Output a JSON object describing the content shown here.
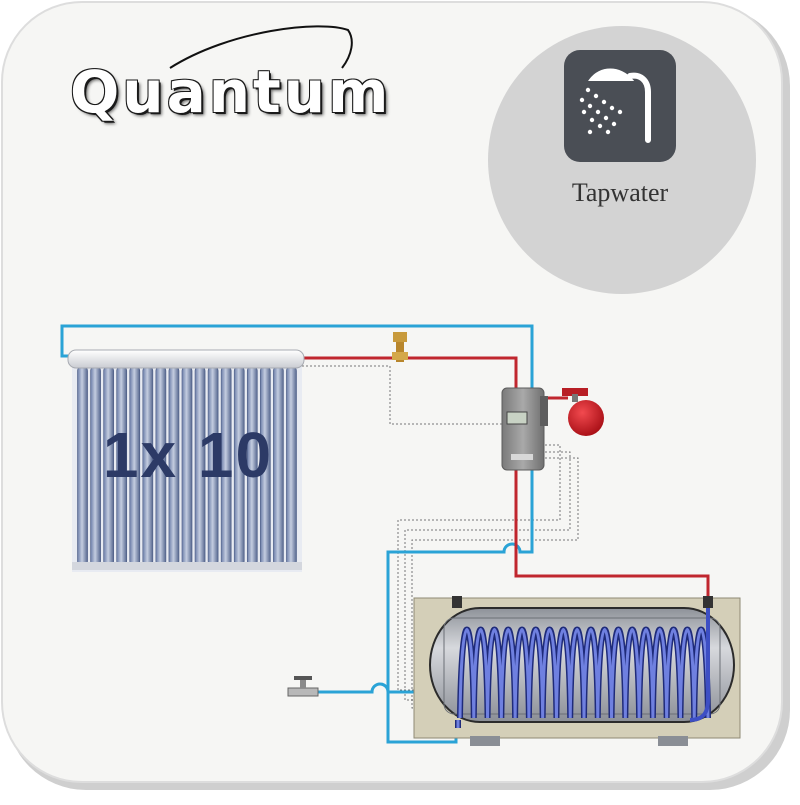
{
  "brand": {
    "name": "Quantum"
  },
  "badge": {
    "label": "Tapwater",
    "icon": "shower-icon"
  },
  "collector": {
    "label": "1x 10",
    "tube_count": 17
  },
  "tank": {
    "coil_turns": 18
  },
  "colors": {
    "hot_pipe": "#c0262e",
    "cold_pipe": "#2aa3d6",
    "card_bg": "#f6f6f4",
    "badge_circle": "#d3d3d3",
    "badge_tile": "#4a4e55",
    "tank_frame": "#d4cfb8",
    "tank_body": "#b9bcc2",
    "coil": "#3d4fc4",
    "expansion_vessel": "#c8141c",
    "station": "#8a8a8a"
  }
}
